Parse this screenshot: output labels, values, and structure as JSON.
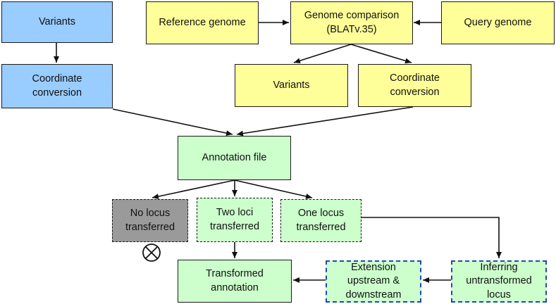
{
  "nodes": {
    "variants_left": "Variants",
    "coord_left": "Coordinate\nconversion",
    "reference_genome": "Reference genome",
    "genome_comparison": "Genome comparison\n(BLATv.35)",
    "query_genome": "Query genome",
    "variants_right": "Variants",
    "coord_right": "Coordinate\nconversion",
    "annotation_file": "Annotation file",
    "no_locus": "No locus\ntransferred",
    "two_loci": "Two loci\ntransferred",
    "one_locus": "One locus\ntransferred",
    "transformed_annotation": "Transformed\nannotation",
    "extension": "Extension\nupstream &\ndownstream",
    "inferring": "Inferring\nuntransformed\nlocus"
  },
  "colors": {
    "blue_fill": "#99ccff",
    "yellow_fill": "#ffff99",
    "green_fill": "#ccffcc",
    "gray_fill": "#9a9a9a",
    "dashed_blue_border": "#2346b8"
  },
  "icons": {
    "rejected": "circled-x-icon"
  }
}
